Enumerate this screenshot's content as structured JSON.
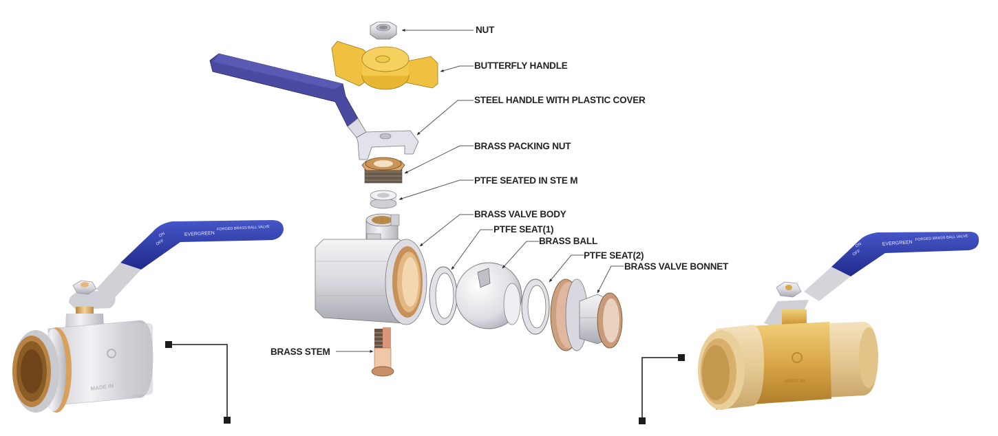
{
  "diagram": {
    "title": "Ball Valve Exploded View",
    "colors": {
      "handle_blue": "#4a4aa0",
      "photo_handle_blue": "#2e3aa8",
      "butterfly_yellow": "#f0c040",
      "brass": "#d6a36a",
      "steel": "#dcdce4",
      "label_text": "#232323",
      "leader_line": "#555555"
    },
    "parts": [
      {
        "id": "nut",
        "label": "NUT"
      },
      {
        "id": "butterfly-handle",
        "label": "BUTTERFLY HANDLE"
      },
      {
        "id": "steel-handle",
        "label": "STEEL HANDLE WITH PLASTIC COVER"
      },
      {
        "id": "brass-packing-nut",
        "label": "BRASS PACKING NUT"
      },
      {
        "id": "ptfe-seated-in-stem",
        "label": "PTFE SEATED IN STE M"
      },
      {
        "id": "brass-valve-body",
        "label": "BRASS VALVE BODY"
      },
      {
        "id": "ptfe-seat-1",
        "label": "PTFE SEAT(1)"
      },
      {
        "id": "brass-ball",
        "label": "BRASS BALL"
      },
      {
        "id": "ptfe-seat-2",
        "label": "PTFE SEAT(2)"
      },
      {
        "id": "brass-valve-bonnet",
        "label": "BRASS VALVE BONNET"
      },
      {
        "id": "brass-stem",
        "label": "BRASS STEM"
      }
    ],
    "products": [
      {
        "id": "chrome-ball-valve",
        "handle_text": "EVERGREEN",
        "handle_sub": "FORGED BRASS BALL VALVE",
        "on_off": [
          "ON",
          "OFF"
        ],
        "body_text": "MADE IN"
      },
      {
        "id": "brass-cpvc-ball-valve",
        "handle_text": "EVERGREEN",
        "handle_sub": "FORGED BRASS BALL VALVE",
        "on_off": [
          "ON",
          "OFF"
        ],
        "body_text": "MADE IN"
      }
    ]
  }
}
